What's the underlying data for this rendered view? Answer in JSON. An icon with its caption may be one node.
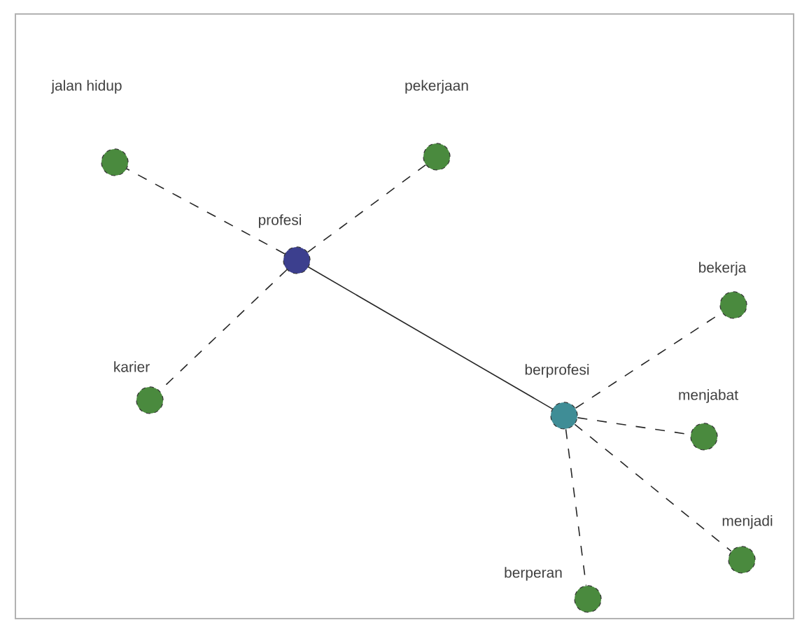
{
  "diagram": {
    "nodes": [
      {
        "text": [
          "profesi"
        ]
      },
      {
        "text": [
          "jalan hidup"
        ]
      },
      {
        "text": [
          "pekerjaan"
        ]
      },
      {
        "text": [
          "karier"
        ]
      },
      {
        "text": [
          "berprofesi"
        ]
      },
      {
        "text": [
          "bekerja"
        ]
      },
      {
        "text": [
          "menjabat"
        ]
      },
      {
        "text": [
          "menjadi"
        ]
      },
      {
        "text": [
          "berperan"
        ]
      }
    ],
    "edges": [
      {
        "from": 0,
        "to": 1,
        "arrow": "none",
        "style": "dashed"
      },
      {
        "from": 0,
        "to": 2,
        "arrow": "none",
        "style": "dashed"
      },
      {
        "from": 0,
        "to": 3,
        "arrow": "none",
        "style": "dashed"
      },
      {
        "from": 0,
        "to": 4,
        "arrow": "none"
      },
      {
        "from": 4,
        "to": 5,
        "arrow": "none",
        "style": "dashed"
      },
      {
        "from": 4,
        "to": 6,
        "arrow": "none",
        "style": "dashed"
      },
      {
        "from": 4,
        "to": 7,
        "arrow": "none",
        "style": "dashed"
      },
      {
        "from": 4,
        "to": 8,
        "arrow": "none",
        "style": "dashed"
      }
    ]
  }
}
